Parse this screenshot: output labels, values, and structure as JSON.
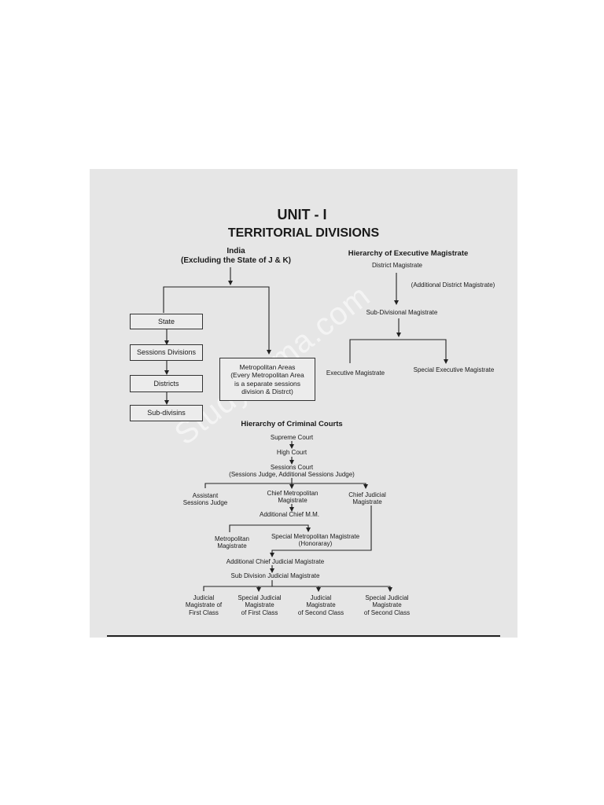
{
  "title": {
    "unit": "UNIT - I",
    "subtitle": "TERRITORIAL DIVISIONS"
  },
  "territorial": {
    "root": "India\n(Excluding the State of J & K)",
    "chain": [
      "State",
      "Sessions Divisions",
      "Districts",
      "Sub-divisins"
    ],
    "metro": "Metropolitan Areas\n(Every Metropolitan Area\nis a separate sessions\ndivision & Distrct)"
  },
  "executive": {
    "heading": "Hierarchy of Executive Magistrate",
    "district": "District Magistrate",
    "additional": "(Additional District Magistrate)",
    "sub_divisional": "Sub-Divisional Magistrate",
    "executive": "Executive Magistrate",
    "special": "Special Executive Magistrate"
  },
  "criminal": {
    "heading": "Hierarchy of Criminal Courts",
    "supreme": "Supreme Court",
    "high": "High Court",
    "sessions": "Sessions Court\n(Sessions Judge, Additional Sessions Judge)",
    "assistant": "Assistant\nSessions Judge",
    "chief_metro": "Chief Metropolitan\nMagistrate",
    "chief_judicial": "Chief Judicial\nMagistrate",
    "additional_cmm": "Additional Chief M.M.",
    "metro_mag": "Metropolitan\nMagistrate",
    "special_metro": "Special Metropolitan Magistrate\n(Honoraray)",
    "additional_cjm": "Additional Chief Judicial Magistrate",
    "sub_division": "Sub Division Judicial Magistrate",
    "bottom": [
      "Judicial\nMagistrate of\nFirst Class",
      "Special Judicial\nMagistrate\nof First Class",
      "Judicial\nMagistrate\nof Second Class",
      "Special Judicial\nMagistrate\nof Second Class"
    ]
  },
  "watermark": "Studynama.com"
}
